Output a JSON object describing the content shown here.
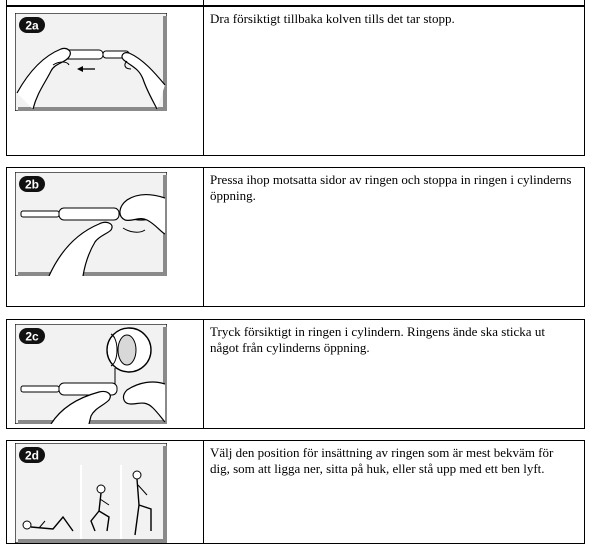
{
  "steps": [
    {
      "badge": "2a",
      "text": "Dra försiktigt tillbaka kolven tills det tar stopp.",
      "icon": "hands-pulling-plunger-icon"
    },
    {
      "badge": "2b",
      "text": "Pressa ihop motsatta sidor av ringen och stoppa in ringen i cylinderns öppning.",
      "icon": "hands-inserting-ring-icon"
    },
    {
      "badge": "2c",
      "text": "Tryck försiktigt in ringen i cylindern. Ringens ände ska sticka ut något från cylinderns öppning.",
      "icon": "hands-pushing-ring-icon"
    },
    {
      "badge": "2d",
      "text": "Välj den position för insättning av ringen som är mest bekväm för dig, som att ligga ner, sitta på huk, eller stå upp med ett ben lyft.",
      "icon": "insertion-positions-icon"
    }
  ],
  "colors": {
    "badge_fill": "#111111",
    "badge_text": "#ffffff",
    "panel_bg": "#f2f2f2",
    "panel_shadow": "#8a8a8a"
  }
}
